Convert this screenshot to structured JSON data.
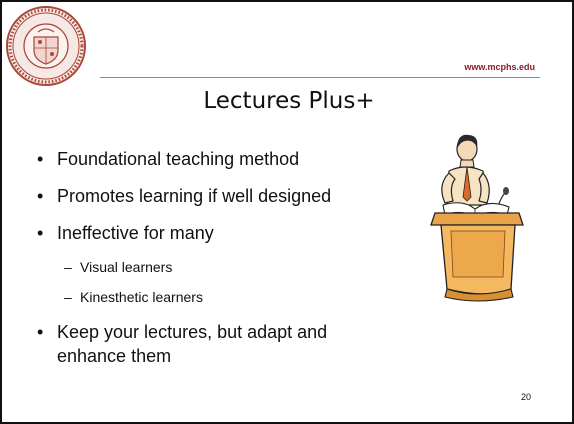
{
  "header": {
    "url": "www.mcphs.edu"
  },
  "slide": {
    "title": "Lectures Plus+",
    "bullets": [
      "Foundational teaching method",
      "Promotes learning if well designed",
      "Ineffective for many",
      "Keep your lectures, but adapt and enhance them"
    ],
    "sub_bullets": [
      "Visual learners",
      "Kinesthetic learners"
    ],
    "bullet_marker": "•",
    "sub_marker": "–",
    "page_number": "20"
  },
  "colors": {
    "url": "#8b1a2b",
    "seal": "#a8473a",
    "rule": "#8c8c8c",
    "border": "#111111"
  },
  "icons": {
    "logo": "college-seal-icon",
    "clipart": "lecturer-at-podium-icon"
  }
}
